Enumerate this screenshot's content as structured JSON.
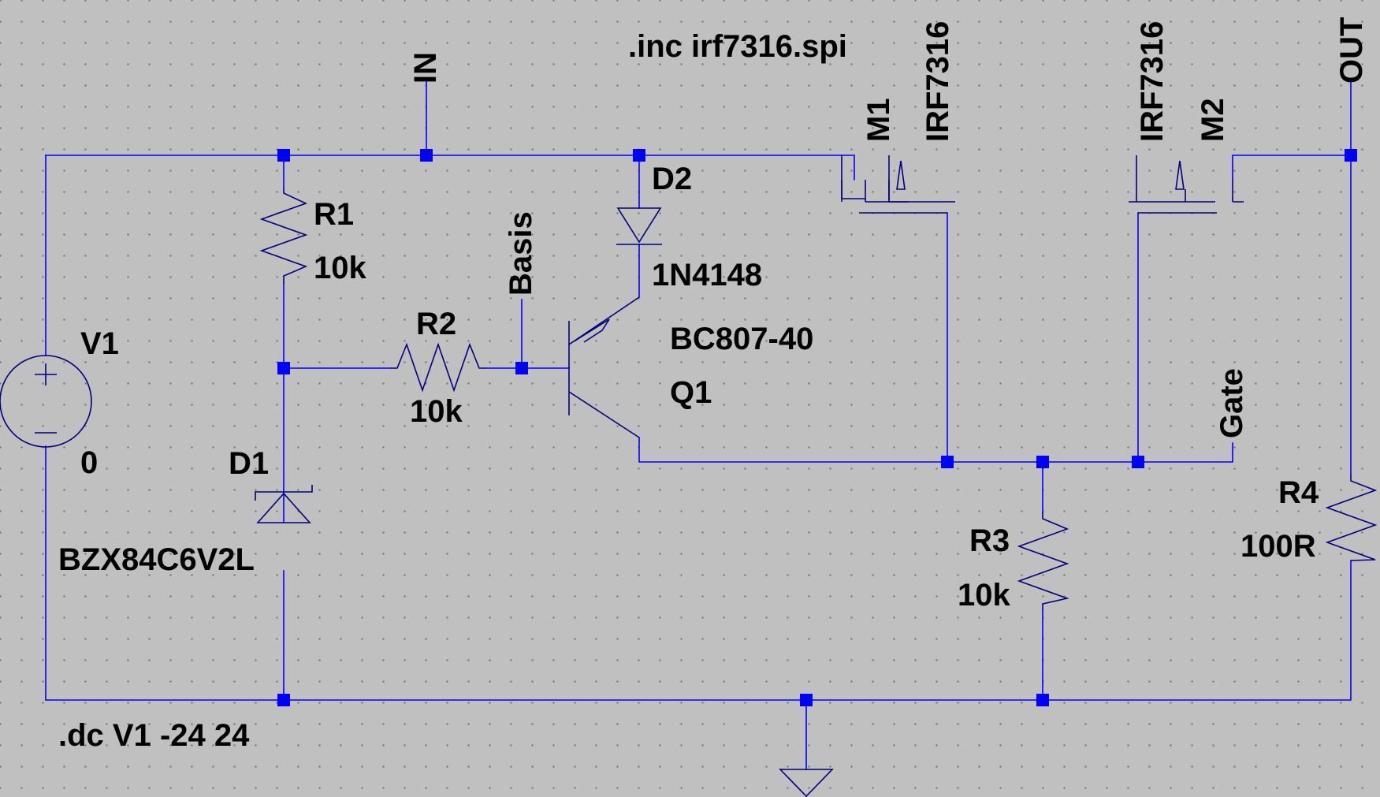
{
  "colors": {
    "background": "#c0c0c0",
    "wire": "#0000ff",
    "component": "#000080",
    "text": "#000000"
  },
  "directives": {
    "include": ".inc irf7316.spi",
    "analysis": ".dc V1 -24 24"
  },
  "nets": {
    "in": "IN",
    "out": "OUT",
    "basis": "Basis",
    "gate": "Gate"
  },
  "components": {
    "v1": {
      "name": "V1",
      "value": "0"
    },
    "r1": {
      "name": "R1",
      "value": "10k"
    },
    "r2": {
      "name": "R2",
      "value": "10k"
    },
    "r3": {
      "name": "R3",
      "value": "10k"
    },
    "r4": {
      "name": "R4",
      "value": "100R"
    },
    "d1": {
      "name": "D1",
      "value": "BZX84C6V2L"
    },
    "d2": {
      "name": "D2",
      "value": "1N4148"
    },
    "q1": {
      "name": "Q1",
      "value": "BC807-40"
    },
    "m1": {
      "name": "M1",
      "value": "IRF7316"
    },
    "m2": {
      "name": "M2",
      "value": "IRF7316"
    }
  }
}
